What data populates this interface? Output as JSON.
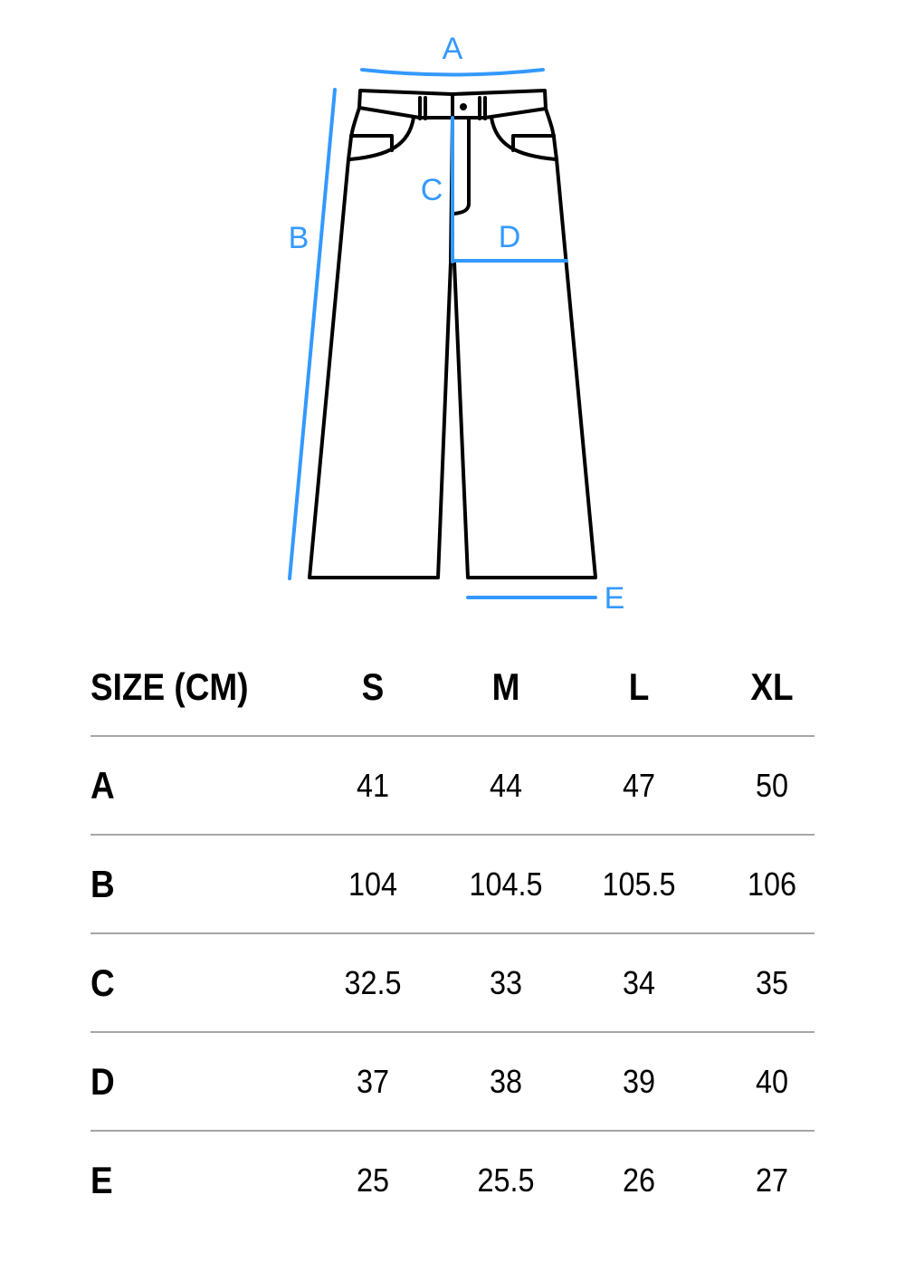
{
  "diagram": {
    "accent_color": "#3399ff",
    "outline_color": "#000000",
    "labels": {
      "A": "A",
      "B": "B",
      "C": "C",
      "D": "D",
      "E": "E"
    },
    "garment": "pants"
  },
  "table": {
    "header": {
      "label": "SIZE (CM)",
      "sizes": [
        "S",
        "M",
        "L",
        "XL"
      ]
    },
    "rows": [
      {
        "label": "A",
        "values": [
          "41",
          "44",
          "47",
          "50"
        ]
      },
      {
        "label": "B",
        "values": [
          "104",
          "104.5",
          "105.5",
          "106"
        ]
      },
      {
        "label": "C",
        "values": [
          "32.5",
          "33",
          "34",
          "35"
        ]
      },
      {
        "label": "D",
        "values": [
          "37",
          "38",
          "39",
          "40"
        ]
      },
      {
        "label": "E",
        "values": [
          "25",
          "25.5",
          "26",
          "27"
        ]
      }
    ],
    "divider_color": "#a6a6a6"
  }
}
